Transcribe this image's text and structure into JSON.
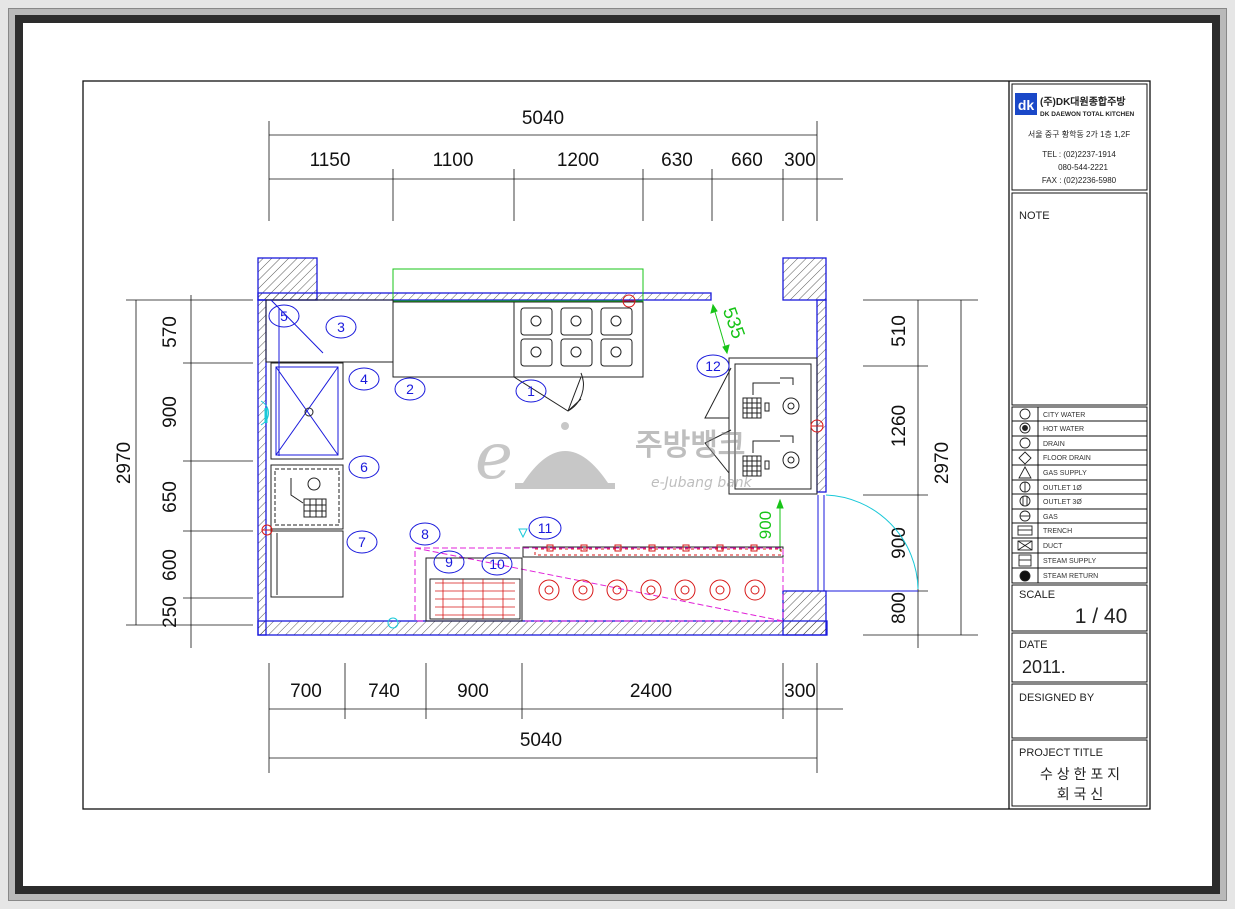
{
  "drawing": {
    "dims_top": [
      "5040",
      "1150",
      "1100",
      "1200",
      "630",
      "660",
      "300"
    ],
    "dims_bottom": [
      "700",
      "740",
      "900",
      "2400",
      "300",
      "5040"
    ],
    "dims_left": [
      "2970",
      "570",
      "900",
      "650",
      "600",
      "250"
    ],
    "dims_right": [
      "510",
      "1260",
      "2970",
      "900",
      "800"
    ],
    "dim_angled": "535",
    "dim_green": "900",
    "equipment_numbers": [
      "1",
      "2",
      "3",
      "4",
      "5",
      "6",
      "7",
      "8",
      "9",
      "10",
      "11",
      "12"
    ],
    "watermark": {
      "brand": "주방뱅크",
      "sub": "e-Jubang bank",
      "letter": "e"
    }
  },
  "title_block": {
    "company_ko": "(주)DK대원종합주방",
    "company_en": "DK DAEWON TOTAL KITCHEN",
    "logo": "dk",
    "address": "서울 중구 황학동 2가 1층 1,2F",
    "tel": "TEL : (02)2237-1914",
    "tel2": "080-544-2221",
    "fax": "FAX : (02)2236-5980",
    "note_label": "NOTE",
    "legend": [
      "CITY WATER",
      "HOT WATER",
      "DRAIN",
      "FLOOR DRAIN",
      "GAS SUPPLY",
      "OUTLET 1Ø",
      "OUTLET 3Ø",
      "GAS",
      "TRENCH",
      "DUCT",
      "STEAM SUPPLY",
      "STEAM RETURN"
    ],
    "scale_label": "SCALE",
    "scale_value": "1 / 40",
    "date_label": "DATE",
    "date_value": "2011.",
    "designed_label": "DESIGNED BY",
    "designed_value": "",
    "project_label": "PROJECT TITLE",
    "project_line1": "수 상 한 포 지",
    "project_line2": "회 국 신"
  }
}
